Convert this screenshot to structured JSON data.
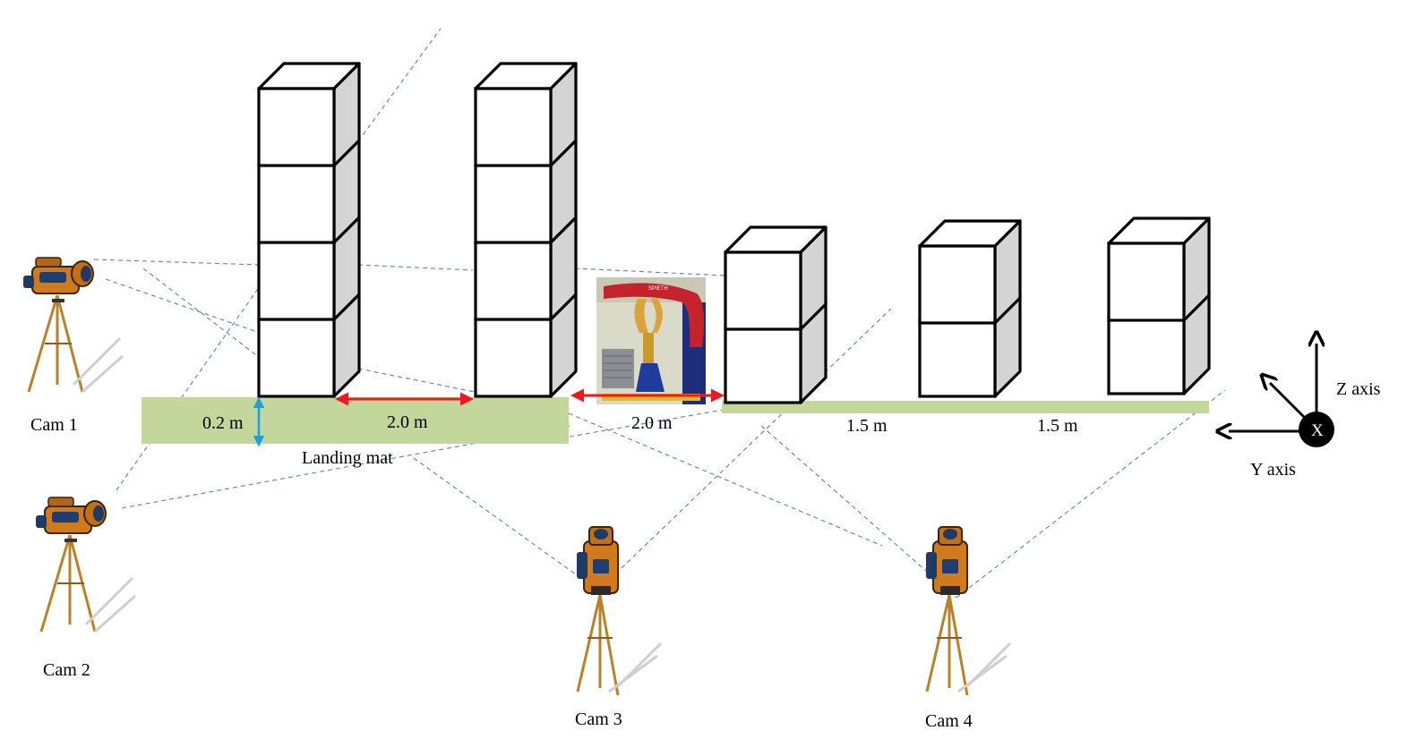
{
  "labels": {
    "cam1": "Cam 1",
    "cam2": "Cam 2",
    "cam3": "Cam 3",
    "cam4": "Cam 4",
    "mat_height": "0.2 m",
    "dist_1": "2.0 m",
    "dist_2": "2.0 m",
    "dist_3": "1.5 m",
    "dist_4": "1.5 m",
    "landing_mat": "Landing mat",
    "z_axis": "Z axis",
    "y_axis": "Y axis",
    "x_axis": "X",
    "vault_sign": "SPIETH"
  },
  "colors": {
    "mat": "#c3d69b",
    "dimension_arrow": "#e81c1c",
    "height_arrow": "#1aa3dc",
    "sight_line": "#5b82b8",
    "box_side": "#d4d4d4",
    "camera_body": "#d07a1e",
    "tripod": "#b8822a"
  },
  "icons": {
    "camera": "video-camera-on-tripod-icon",
    "vaulting_apparatus": "vaulting-table-photo-icon"
  }
}
